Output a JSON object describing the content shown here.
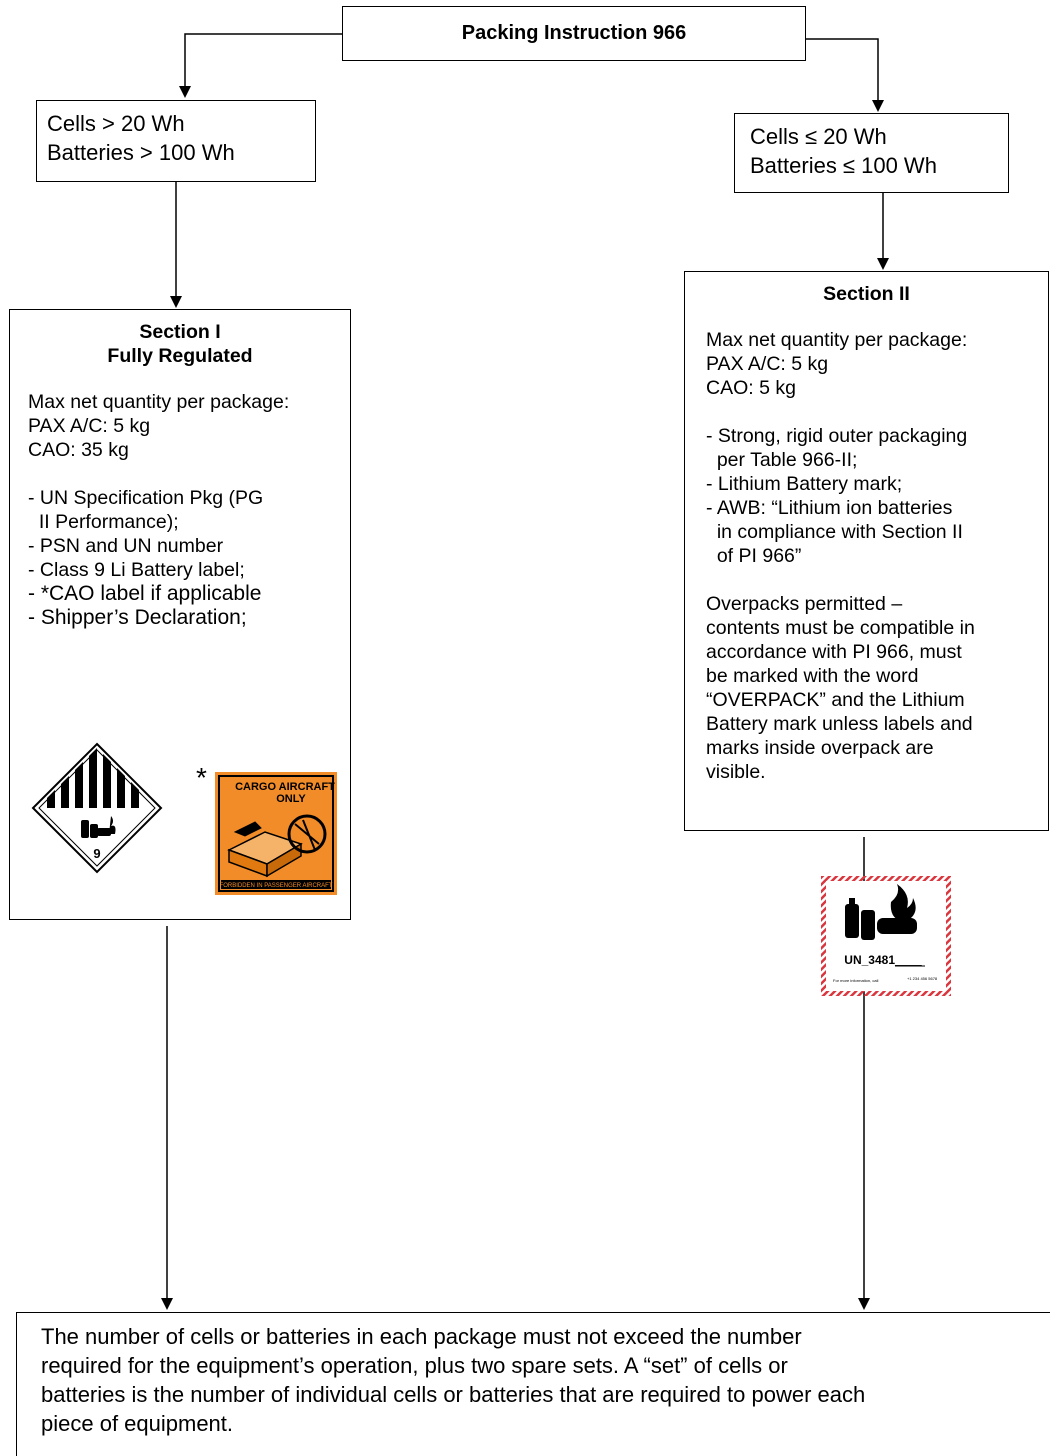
{
  "title": "Packing Instruction 966",
  "condition_left": {
    "line1": "Cells > 20 Wh",
    "line2": "Batteries > 100 Wh"
  },
  "condition_right": {
    "line1": "Cells ≤ 20 Wh",
    "line2": "Batteries ≤ 100 Wh"
  },
  "section1": {
    "title1": "Section I",
    "title2": "Fully Regulated",
    "lines": [
      "Max net quantity per package:",
      "PAX A/C:  5 kg",
      "CAO:  35 kg"
    ],
    "items": [
      "- UN Specification Pkg (PG",
      "  II Performance);",
      "- PSN and UN number",
      "- Class 9 Li Battery label;",
      "- *CAO label if applicable",
      "- Shipper’s Declaration;"
    ],
    "asterisk": "*",
    "class9_label": {
      "number": "9"
    },
    "cao_label": {
      "top": "CARGO AIRCRAFT",
      "top2": "ONLY",
      "bottom": "FORBIDDEN IN PASSENGER AIRCRAFT",
      "color": "#f28c28"
    }
  },
  "section2": {
    "title": "Section II",
    "lines": [
      "Max net quantity per package:",
      "PAX A/C:  5 kg",
      "CAO:  5 kg"
    ],
    "items": [
      "- Strong, rigid outer packaging",
      "  per Table 966-II;",
      "- Lithium Battery mark;",
      "- AWB:  “Lithium ion batteries",
      "  in compliance with Section II",
      "  of PI 966”"
    ],
    "overpack": [
      "Overpacks permitted –",
      "contents must be compatible in",
      "accordance with PI 966, must",
      "be marked with the word",
      "“OVERPACK” and the Lithium",
      "Battery mark unless labels and",
      "marks inside overpack are",
      "visible."
    ],
    "mark": {
      "un": "UN_3481____",
      "info": "For more information, call",
      "phone": "+1 234 456 5678",
      "border_color": "#d9363e"
    }
  },
  "footer": [
    "The number of cells or batteries in each package must not exceed the number",
    "required for the equipment’s operation, plus two spare sets.  A “set” of cells or",
    "batteries is the number of individual cells or batteries that are required to power each",
    "piece of equipment."
  ]
}
